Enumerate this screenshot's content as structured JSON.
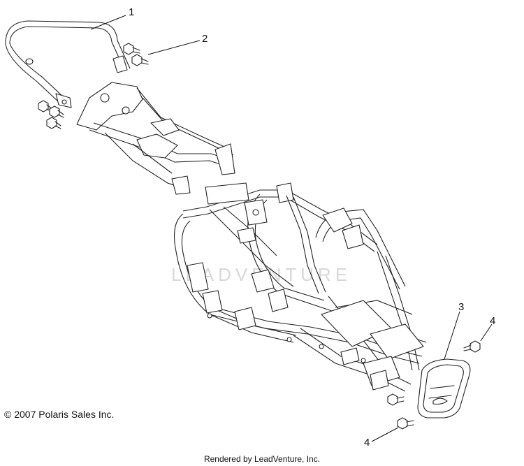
{
  "callouts": [
    {
      "id": "1",
      "label": "1"
    },
    {
      "id": "2",
      "label": "2"
    },
    {
      "id": "3",
      "label": "3"
    },
    {
      "id": "4a",
      "label": "4"
    },
    {
      "id": "4b",
      "label": "4"
    }
  ],
  "copyright": "© 2007 Polaris Sales Inc.",
  "footer": "Rendered by LeadVenture, Inc.",
  "watermark": "LEADVENTURE"
}
